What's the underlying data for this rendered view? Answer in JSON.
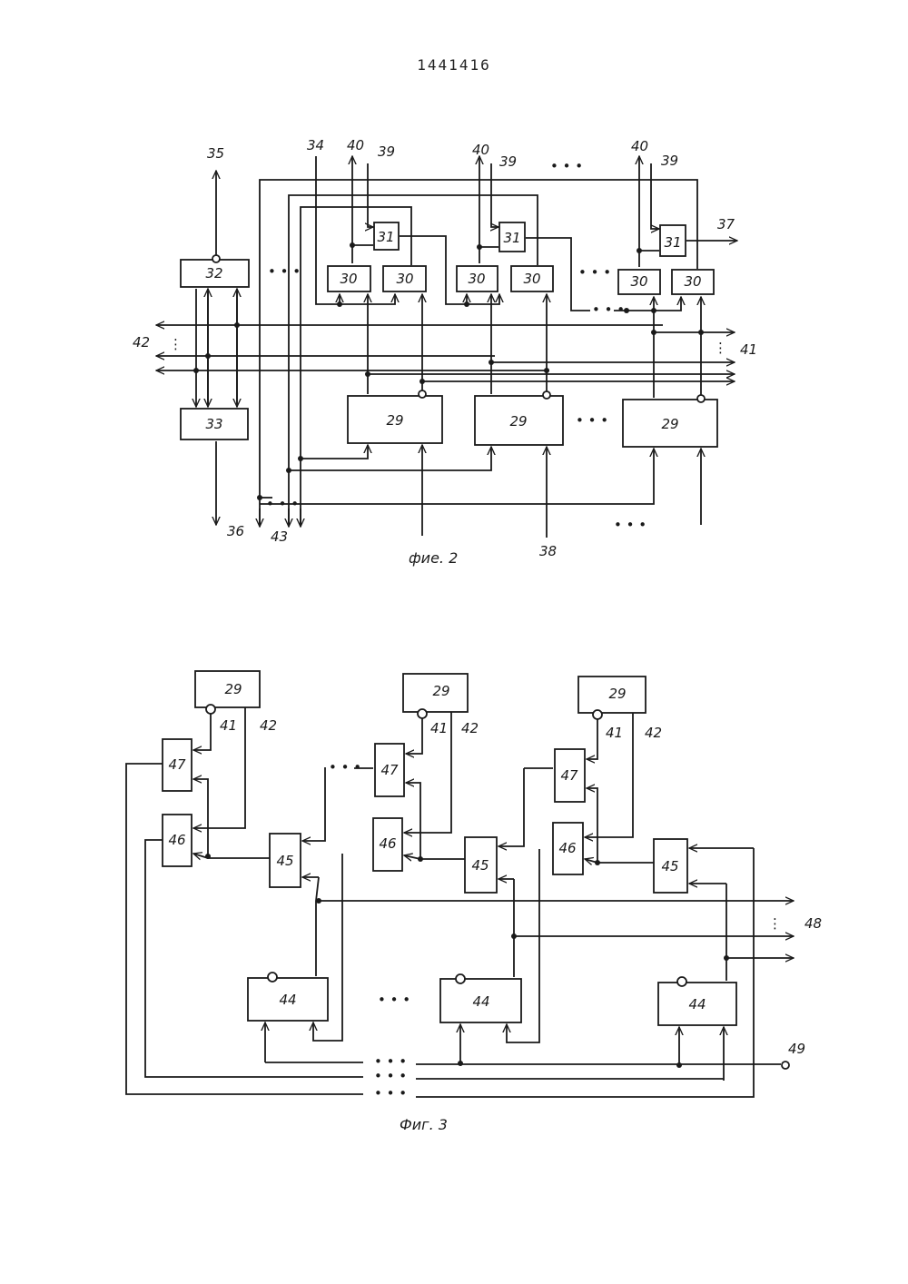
{
  "header": {
    "patent_number": "1441416"
  },
  "fig2": {
    "caption": "фие. 2",
    "blocks": {
      "b32": "32",
      "b33": "33",
      "b30_1": "30",
      "b30_2": "30",
      "b30_3": "30",
      "b30_4": "30",
      "b30_5": "30",
      "b30_6": "30",
      "b31_1": "31",
      "b31_2": "31",
      "b31_3": "31",
      "b29_1": "29",
      "b29_2": "29",
      "b29_3": "29"
    },
    "labels": {
      "l35": "35",
      "l34": "34",
      "l40_1": "40",
      "l39_1": "39",
      "l40_2": "40",
      "l39_2": "39",
      "l40_3": "40",
      "l39_3": "39",
      "l37": "37",
      "l42": "42",
      "l41": "41",
      "l36": "36",
      "l43": "43",
      "l38": "38"
    }
  },
  "fig3": {
    "caption": "Фиг. 3",
    "blocks": {
      "b29_1": "29",
      "b29_2": "29",
      "b29_3": "29",
      "b47_1": "47",
      "b47_2": "47",
      "b47_3": "47",
      "b46_1": "46",
      "b46_2": "46",
      "b46_3": "46",
      "b45_1": "45",
      "b45_2": "45",
      "b45_3": "45",
      "b44_1": "44",
      "b44_2": "44",
      "b44_3": "44"
    },
    "labels": {
      "l41_1": "41",
      "l42_1": "42",
      "l41_2": "41",
      "l42_2": "42",
      "l41_3": "41",
      "l42_3": "42",
      "l48": "48",
      "l49": "49"
    }
  }
}
